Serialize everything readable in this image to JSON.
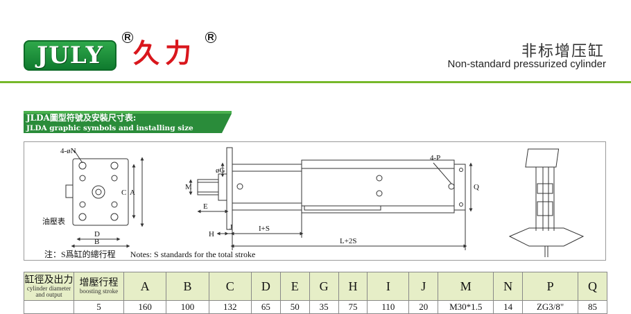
{
  "header": {
    "logo_text": "JULY",
    "brand_cn": "久力",
    "registered_mark": "R",
    "title_cn": "非标增压缸",
    "title_en": "Non-standard pressurized cylinder"
  },
  "section": {
    "title_cn": "JLDA圖型符號及安裝尺寸表:",
    "title_en": "JLDA graphic symbols and installing size"
  },
  "drawing": {
    "labels": {
      "n_holes": "4-øN",
      "gauge": "油壓表",
      "d": "D",
      "b": "B",
      "c": "C",
      "a": "A",
      "p_ports": "4-P",
      "g": "øG",
      "m": "M",
      "e": "E",
      "h": "H",
      "j": "J",
      "i_s": "I+S",
      "l_2s": "L+2S",
      "q": "Q"
    },
    "note_cn": "注：S爲缸的總行程",
    "note_en": "Notes: S standards for the total stroke"
  },
  "colors": {
    "logo_green": "#1f9a3e",
    "rule_green": "#76b82a",
    "brand_red": "#d9161c",
    "table_header_bg": "#e6eec7"
  },
  "table": {
    "headers": [
      {
        "cn": "缸徑及出力",
        "en": "cylinder diameter and output"
      },
      {
        "cn": "增壓行程",
        "en": "boosting stroke"
      },
      {
        "label": "A"
      },
      {
        "label": "B"
      },
      {
        "label": "C"
      },
      {
        "label": "D"
      },
      {
        "label": "E"
      },
      {
        "label": "G"
      },
      {
        "label": "H"
      },
      {
        "label": "I"
      },
      {
        "label": "J"
      },
      {
        "label": "M"
      },
      {
        "label": "N"
      },
      {
        "label": "P"
      },
      {
        "label": "Q"
      }
    ],
    "rows": [
      [
        "",
        "5",
        "160",
        "100",
        "132",
        "65",
        "50",
        "35",
        "75",
        "110",
        "20",
        "M30*1.5",
        "14",
        "ZG3/8\"",
        "85"
      ]
    ]
  }
}
